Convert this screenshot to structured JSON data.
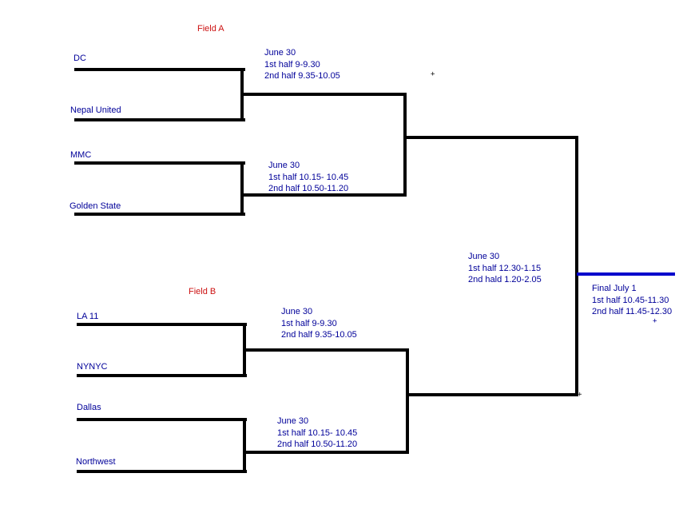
{
  "colors": {
    "background": "#ffffff",
    "bracket_line": "#000000",
    "final_line": "#0000cc",
    "text": "#000099",
    "field_label": "#cc1111"
  },
  "field_a": {
    "label": "Field A",
    "match1": {
      "team_top": "DC",
      "team_bottom": "Nepal United",
      "schedule": [
        "June 30",
        "1st half 9-9.30",
        "2nd half 9.35-10.05"
      ]
    },
    "match2": {
      "team_top": "MMC",
      "team_bottom": "Golden State",
      "schedule": [
        "June 30",
        "1st half 10.15- 10.45",
        "2nd half 10.50-11.20"
      ]
    }
  },
  "field_b": {
    "label": "Field B",
    "match3": {
      "team_top": "LA 11",
      "team_bottom": "NYNYC",
      "schedule": [
        "June 30",
        "1st half 9-9.30",
        "2nd half 9.35-10.05"
      ]
    },
    "match4": {
      "team_top": "Dallas",
      "team_bottom": "Northwest",
      "schedule": [
        "June 30",
        "1st half 10.15- 10.45",
        "2nd half 10.50-11.20"
      ]
    }
  },
  "semifinal": {
    "schedule": [
      "June 30",
      "1st half 12.30-1.15",
      "2nd hald 1.20-2.05"
    ]
  },
  "final": {
    "schedule": [
      "Final July 1",
      "1st half 10.45-11.30",
      "2nd half 11.45-12.30"
    ]
  },
  "marks": {
    "plus": "+"
  }
}
